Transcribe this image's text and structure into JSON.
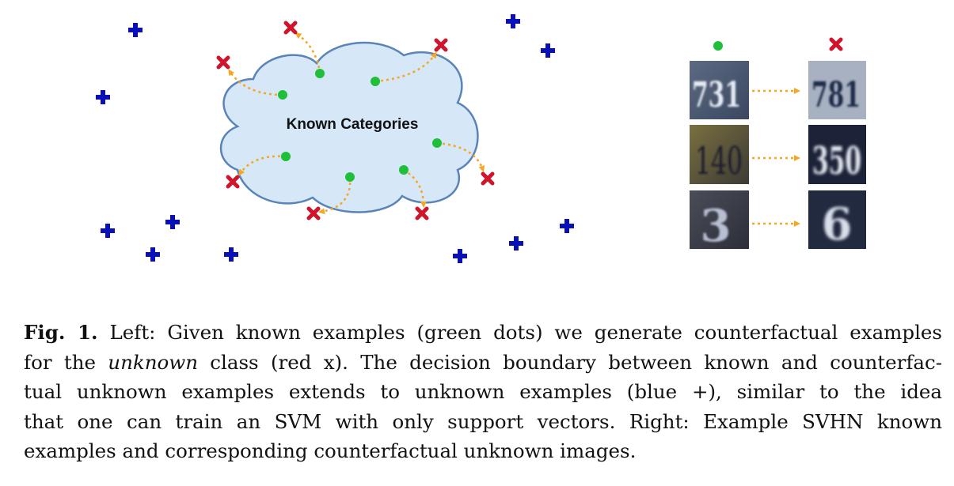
{
  "figure": {
    "cloud_label": "Known Categories",
    "colors": {
      "known": "#1fbf3a",
      "counterfactual": "#d0142c",
      "unknown": "#0a10b8",
      "arrow": "#f5a623",
      "cloud_fill": "#d6e7f7",
      "cloud_stroke": "#5a84b8"
    },
    "right_panel": {
      "known_marker_icon": "green-dot-icon",
      "counterfactual_marker_icon": "red-x-icon",
      "pairs": [
        {
          "known_digits": "731",
          "counterfactual_digits": "781"
        },
        {
          "known_digits": "140",
          "counterfactual_digits": "350"
        },
        {
          "known_digits": "3",
          "counterfactual_digits": "6"
        }
      ]
    }
  },
  "caption": {
    "label": "Fig. 1.",
    "line1": "Left: Given known examples (green dots) we generate counterfactual examples",
    "line2a": "for the ",
    "line2_em": "unknown",
    "line2b": " class (red x). The decision boundary between known and counterfac-",
    "line3": "tual unknown examples extends to unknown examples (blue +), similar to the idea",
    "line4": "that one can train an SVM with only support vectors. Right: Example SVHN known",
    "line5": "examples and corresponding counterfactual unknown images."
  }
}
